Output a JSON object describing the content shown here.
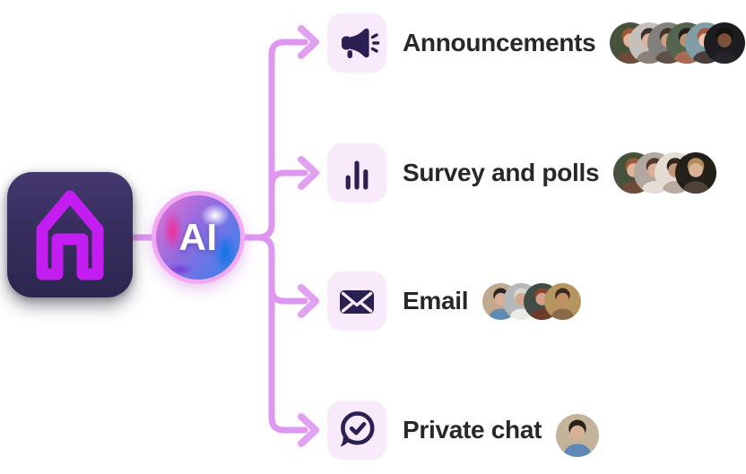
{
  "diagram": {
    "source_node": {
      "icon": "home-app-icon"
    },
    "ai_node": {
      "label": "AI"
    },
    "channels": [
      {
        "id": "announcements",
        "label": "Announcements",
        "icon": "megaphone-icon",
        "avatar_size": 46,
        "avatar_overlap": 25,
        "avatars": [
          {
            "bg": "#47523C",
            "hair": "#9A5A38",
            "skin": "#E2B49C",
            "shirt": "#6E4A3A"
          },
          {
            "bg": "#C6C0BA",
            "hair": "#3E322E",
            "skin": "#DCB29A",
            "shirt": "#8A8078"
          },
          {
            "bg": "#82807C",
            "hair": "#41342A",
            "skin": "#C9A184",
            "shirt": "#5E5048"
          },
          {
            "bg": "#54644F",
            "hair": "#221B18",
            "skin": "#C28E70",
            "shirt": "#A86A52"
          },
          {
            "bg": "#7F9EA6",
            "hair": "#A25A40",
            "skin": "#E8C6B2",
            "shirt": "#4A3E3C"
          },
          {
            "bg": "#1D1C20",
            "hair": "#17120F",
            "skin": "#7A5138",
            "shirt": "#26242A"
          }
        ]
      },
      {
        "id": "survey-and-polls",
        "label": "Survey and polls",
        "icon": "bar-chart-icon",
        "avatar_size": 46,
        "avatar_overlap": 23,
        "avatars": [
          {
            "bg": "#47523C",
            "hair": "#9A5A38",
            "skin": "#E2B49C",
            "shirt": "#6E4A3A"
          },
          {
            "bg": "#B3A89F",
            "hair": "#52382C",
            "skin": "#DCB096",
            "shirt": "#E5DED6"
          },
          {
            "bg": "#E4DCD2",
            "hair": "#2C241E",
            "skin": "#C29478",
            "shirt": "#B8AA9E"
          },
          {
            "bg": "#232019",
            "hair": "#B38A58",
            "skin": "#D8B294",
            "shirt": "#4E4238"
          }
        ]
      },
      {
        "id": "email",
        "label": "Email",
        "icon": "envelope-icon",
        "avatar_size": 41,
        "avatar_overlap": 18,
        "avatars": [
          {
            "bg": "#C0A98E",
            "hair": "#2E2620",
            "skin": "#DCB094",
            "shirt": "#5F8AB4"
          },
          {
            "bg": "#B4B8BA",
            "hair": "#D9D6CE",
            "skin": "#D4A88C",
            "shirt": "#ECEAE6"
          },
          {
            "bg": "#424D47",
            "hair": "#84462C",
            "skin": "#D2A08C",
            "shirt": "#6E3A2A"
          },
          {
            "bg": "#B69560",
            "hair": "#3A2C22",
            "skin": "#C28E66",
            "shirt": "#8A6A4A"
          }
        ]
      },
      {
        "id": "private-chat",
        "label": "Private chat",
        "icon": "chat-check-icon",
        "avatar_size": 48,
        "avatar_overlap": 0,
        "avatars": [
          {
            "bg": "#C3B39B",
            "hair": "#2A221C",
            "skin": "#D8B094",
            "shirt": "#5E88B6"
          }
        ]
      }
    ],
    "colors": {
      "connector": "#DE97F1",
      "tile_bg": "#F8E9FB",
      "icon_glyph": "#2A2052",
      "label_text": "#28282C",
      "home_glyph": "#C41DF1",
      "home_tile_top": "#443870",
      "home_tile_bottom": "#2D2650",
      "ai_ring": "#F1A8F5",
      "ai_pink": "#F02D9C",
      "ai_blue": "#1173E8"
    }
  }
}
